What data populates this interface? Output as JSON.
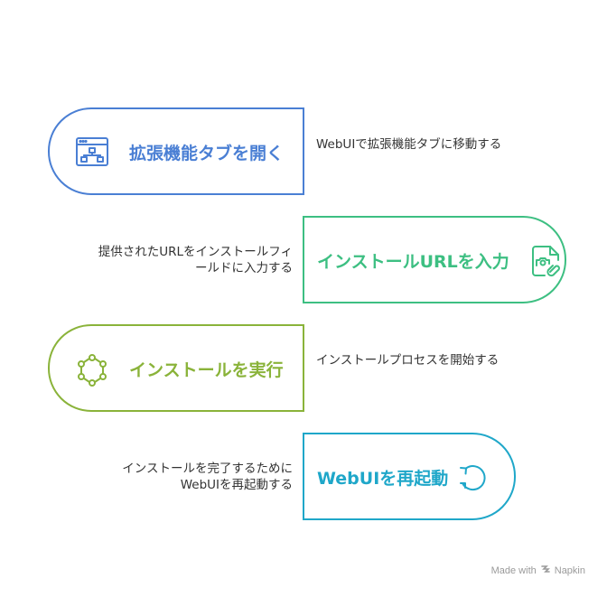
{
  "steps": [
    {
      "label": "拡張機能タブを開く",
      "description": "WebUIで拡張機能タブに移動する",
      "icon": "sitemap-icon",
      "color": "#4a7fd4"
    },
    {
      "label": "インストールURLを入力",
      "description": "提供されたURLをインストールフィールドに入力する",
      "icon": "photo-link-icon",
      "color": "#3dbf82"
    },
    {
      "label": "インストールを実行",
      "description": "インストールプロセスを開始する",
      "icon": "hexagon-cycle-icon",
      "color": "#8ab33a"
    },
    {
      "label": "WebUIを再起動",
      "description": "インストールを完了するためにWebUIを再起動する",
      "icon": "restart-icon",
      "color": "#1fa7c9"
    }
  ],
  "footer": {
    "made_with": "Made with",
    "brand": "Napkin"
  }
}
